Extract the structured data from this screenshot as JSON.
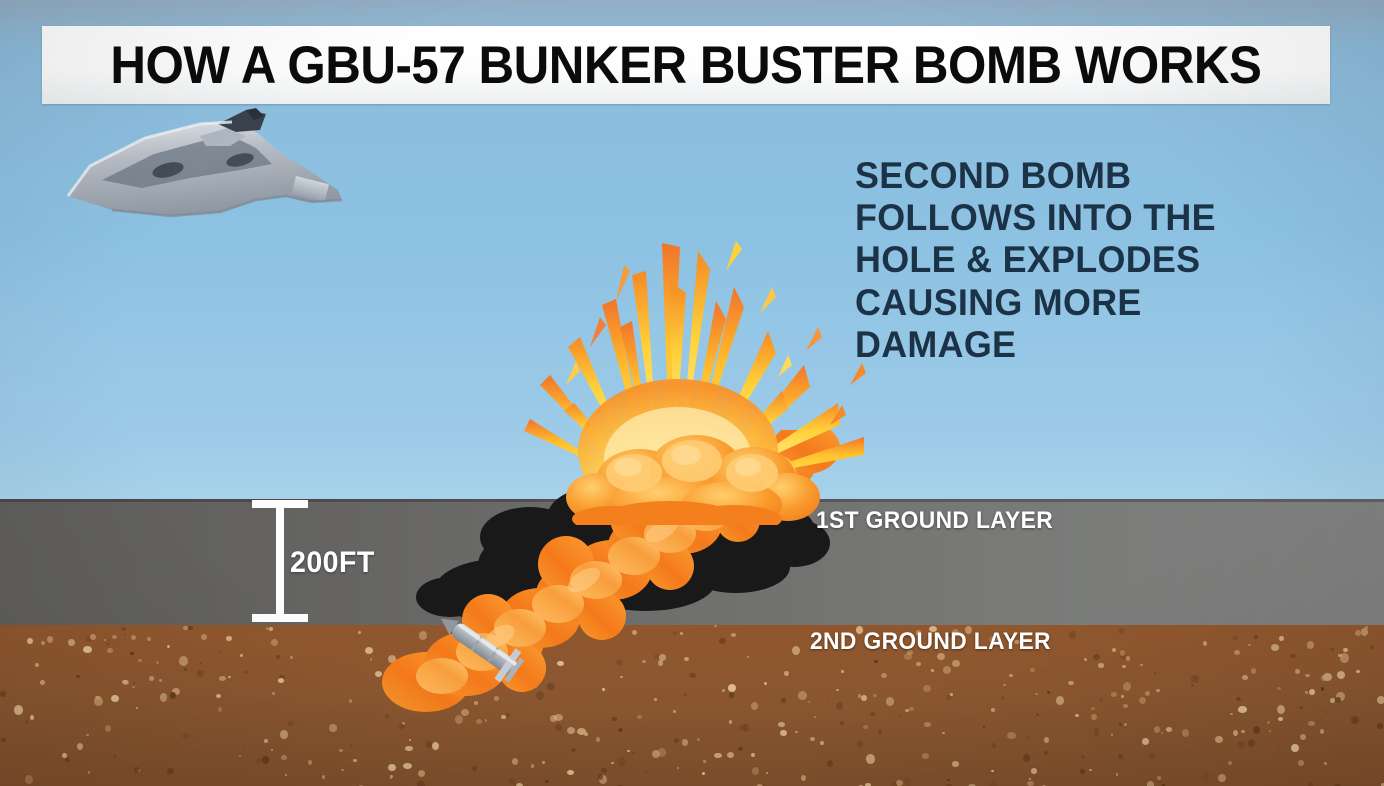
{
  "banner": {
    "title": "HOW A GBU-57 BUNKER BUSTER BOMB WORKS"
  },
  "callout": {
    "line1": "SECOND BOMB",
    "line2": "FOLLOWS INTO THE",
    "line3": "HOLE & EXPLODES",
    "line4": "CAUSING MORE",
    "line5": "DAMAGE"
  },
  "labels": {
    "ground_layer_1": "1ST GROUND LAYER",
    "ground_layer_2": "2ND GROUND LAYER",
    "depth_measurement": "200FT"
  },
  "scene": {
    "aircraft": "b2-stealth-bomber",
    "projectile": "gbu-57-bomb",
    "explosion": "surface-explosion",
    "flame_trail": "penetration-flame-trail",
    "crater": "scorched-crater-zone"
  },
  "colors": {
    "sky": "#8cc1e2",
    "first_ground_layer": "#6d6d6b",
    "second_ground_layer": "#8b5730",
    "banner_background": "#ffffff",
    "banner_text": "#0b0b0b",
    "callout_text": "#1c3347",
    "label_text": "#ffffff",
    "flame_orange": "#f57c19",
    "flame_yellow": "#ffd23b",
    "crater_black": "#1a1a1a",
    "bomb_body": "#9aa3ab"
  }
}
